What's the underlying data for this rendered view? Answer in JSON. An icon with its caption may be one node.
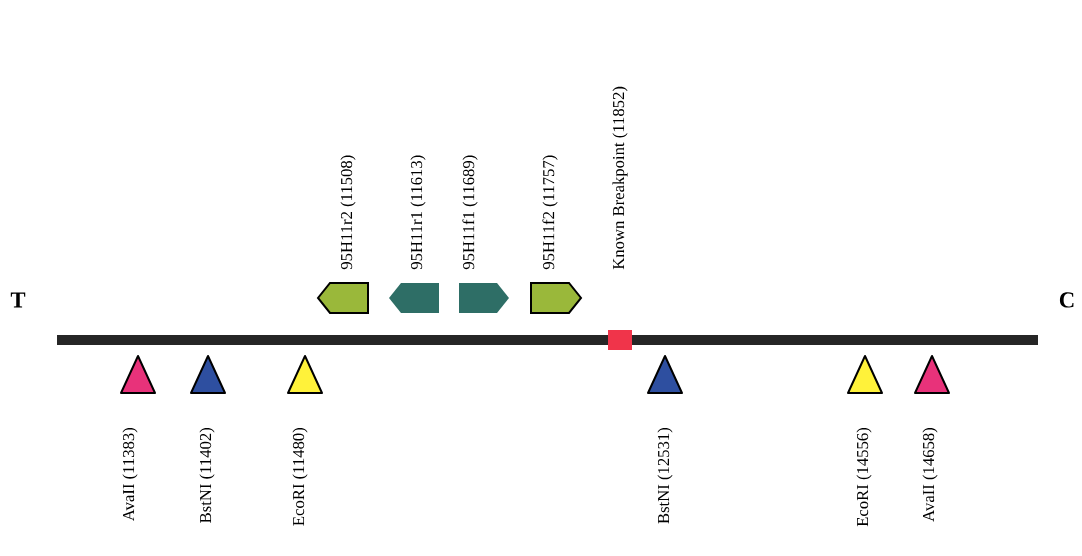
{
  "diagram": {
    "nodes": [
      {
        "text": [],
        "shape": "arrow",
        "beside": [
          "95H11r2 (11508)"
        ]
      },
      {
        "text": [],
        "shape": "arrow",
        "beside": [
          "95H11r1 (11613)"
        ]
      },
      {
        "text": [],
        "shape": "arrow",
        "beside": [
          "95H11f1 (11689)"
        ]
      },
      {
        "text": [],
        "shape": "arrow",
        "beside": [
          "95H11f2 (11757)"
        ]
      },
      {
        "text": [],
        "shape": "box"
      },
      {
        "text": [],
        "shape": "triangle",
        "beside": [
          "AvaII (11383)"
        ]
      },
      {
        "text": [],
        "shape": "triangle",
        "beside": [
          "BstNI (11402)"
        ]
      },
      {
        "text": [],
        "shape": "triangle",
        "beside": [
          "EcoRI (11480)"
        ]
      },
      {
        "text": [],
        "shape": "triangle",
        "beside": [
          "BstNI (12531)"
        ]
      },
      {
        "text": [],
        "shape": "triangle",
        "beside": [
          "EcoRI (14556)"
        ]
      },
      {
        "text": [],
        "shape": "triangle",
        "beside": [
          "AvaII (14658)"
        ]
      }
    ],
    "labels": [
      "T",
      "Known Breakpoint (11852)",
      "C"
    ]
  }
}
